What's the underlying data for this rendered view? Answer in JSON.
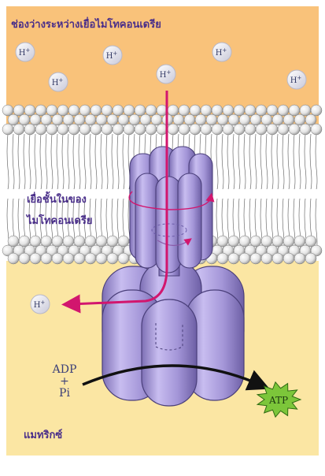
{
  "labels": {
    "intermembrane_space": "ช่องว่างระหว่างเยื่อไมโทคอนเดรีย",
    "inner_membrane_line1": "เยื่อชั้นในของ",
    "inner_membrane_line2": "ไมโทคอนเดรีย",
    "matrix": "แมทริกซ์"
  },
  "ions": {
    "proton_label": "H",
    "proton_charge": "+"
  },
  "reaction": {
    "adp": "ADP",
    "plus": "+",
    "pi": "Pi",
    "atp": "ATP"
  },
  "colors": {
    "intermembrane": "#f9c27a",
    "matrix": "#fbe6a3",
    "protein": "#a89bd6",
    "arrow": "#d2166e",
    "atp": "#7cc63a"
  }
}
